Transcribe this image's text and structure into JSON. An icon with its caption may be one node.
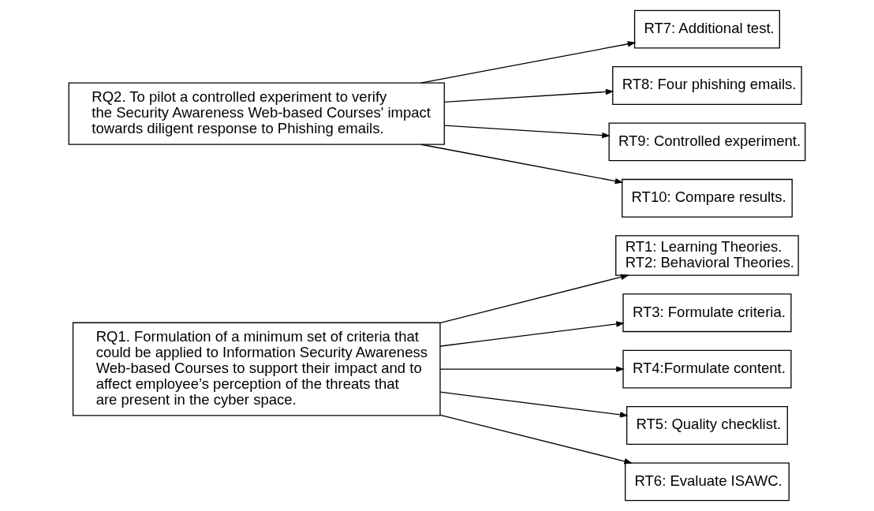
{
  "diagram": {
    "nodes": [
      {
        "text": [
          "RQ1. Formulation of a minimum set of criteria that could be applied to Information Security Awareness Web-based Courses to support their impact and to affect employee’s perception of the threats that are present in the cyber space."
        ]
      },
      {
        "text": [
          "RQ2. To pilot a controlled experiment to verify the Security Awareness Web-based Courses' impact towards diligent response to Phishing emails."
        ]
      },
      {
        "text": [
          "RT1: Learning Theories.",
          "RT2: Behavioral Theories."
        ]
      },
      {
        "text": [
          "RT3: Formulate criteria."
        ]
      },
      {
        "text": [
          "RT4:Formulate content."
        ]
      },
      {
        "text": [
          "RT5: Quality checklist."
        ]
      },
      {
        "text": [
          "RT6: Evaluate ISAWC."
        ]
      },
      {
        "text": [
          "RT7: Additional test."
        ]
      },
      {
        "text": [
          "RT8: Four phishing emails."
        ]
      },
      {
        "text": [
          "RT9: Controlled experiment."
        ]
      },
      {
        "text": [
          "RT10: Compare results."
        ]
      }
    ],
    "edges": [
      {
        "from": 0,
        "to": 2,
        "arrow": "to"
      },
      {
        "from": 0,
        "to": 3,
        "arrow": "to"
      },
      {
        "from": 0,
        "to": 4,
        "arrow": "to"
      },
      {
        "from": 0,
        "to": 5,
        "arrow": "to"
      },
      {
        "from": 0,
        "to": 6,
        "arrow": "to"
      },
      {
        "from": 1,
        "to": 7,
        "arrow": "to"
      },
      {
        "from": 1,
        "to": 8,
        "arrow": "to"
      },
      {
        "from": 1,
        "to": 9,
        "arrow": "to"
      },
      {
        "from": 1,
        "to": 10,
        "arrow": "to"
      }
    ]
  }
}
